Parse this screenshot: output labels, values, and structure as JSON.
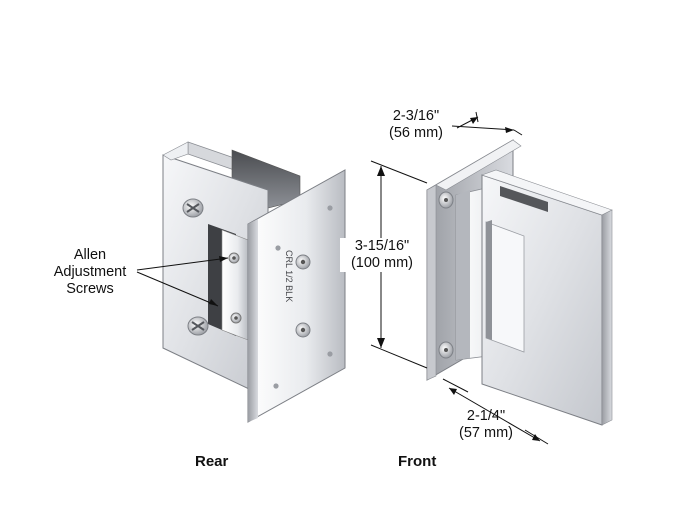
{
  "callout": {
    "line1": "Allen",
    "line2": "Adjustment",
    "line3": "Screws"
  },
  "dimensions": {
    "depth_in": "2-3/16\"",
    "depth_mm": "(56 mm)",
    "height_in": "3-15/16\"",
    "height_mm": "(100 mm)",
    "width_in": "2-1/4\"",
    "width_mm": "(57 mm)"
  },
  "captions": {
    "rear": "Rear",
    "front": "Front"
  },
  "engraving": "CRL  1/2  BLK",
  "colors": {
    "chrome_light": "#eeeff2",
    "chrome_mid": "#c9ccd2",
    "chrome_dark": "#6f7278",
    "line": "#111111"
  }
}
